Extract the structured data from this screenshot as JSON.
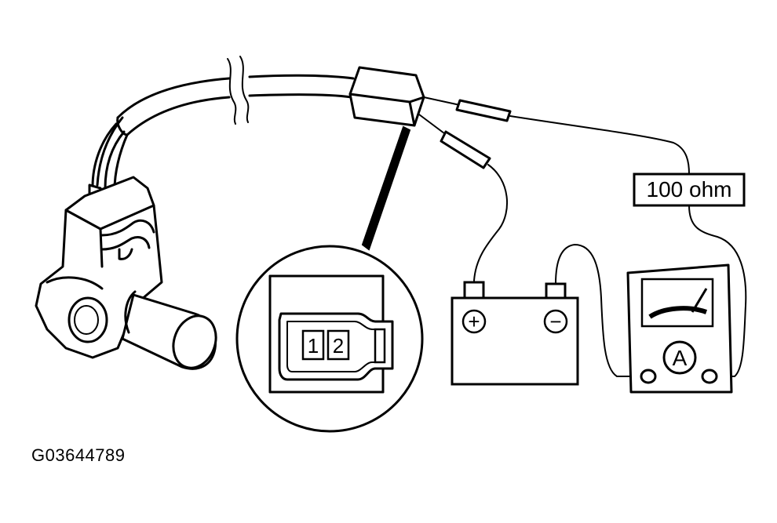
{
  "resistor": {
    "label": "100 ohm"
  },
  "battery": {
    "positive_symbol": "+",
    "negative_symbol": "−"
  },
  "ammeter": {
    "symbol": "A"
  },
  "connector": {
    "pin_1": "1",
    "pin_2": "2"
  },
  "figure": {
    "code": "G03644789"
  }
}
